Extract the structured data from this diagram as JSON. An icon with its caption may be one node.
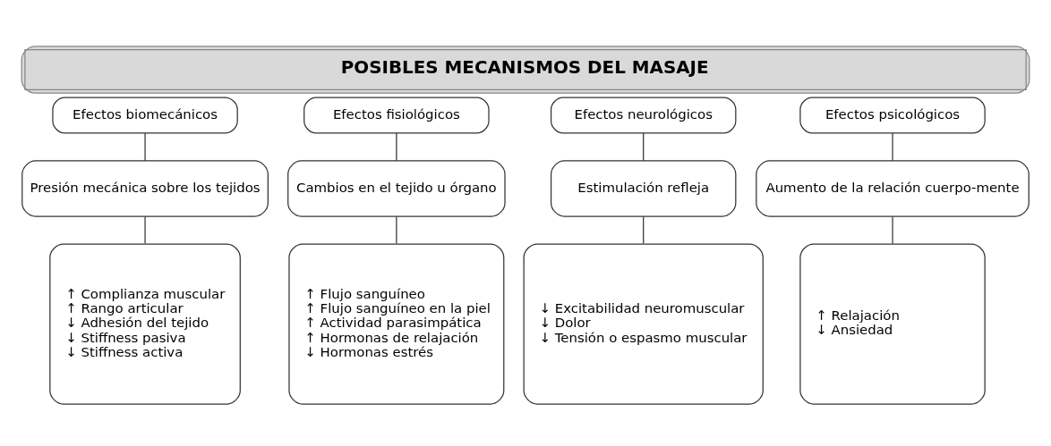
{
  "diagram": {
    "title": "POSIBLES MECANISMOS DEL MASAJE",
    "nodes": [
      {
        "text": [
          "Efectos biomecánicos"
        ]
      },
      {
        "text": [
          "Presión mecánica sobre los tejidos"
        ]
      },
      {
        "text": [
          "↑ Complianza muscular",
          "↑ Rango articular",
          "↓ Adhesión del tejido",
          "↓ Stiffness pasiva",
          "↓ Stiffness activa"
        ]
      },
      {
        "text": [
          "Efectos fisiológicos"
        ]
      },
      {
        "text": [
          "Cambios en el tejido u órgano"
        ]
      },
      {
        "text": [
          "↑ Flujo sanguíneo",
          "↑ Flujo sanguíneo en la piel",
          "↑ Actividad parasimpática",
          "↑ Hormonas de relajación",
          "↓ Hormonas estrés"
        ]
      },
      {
        "text": [
          "Efectos neurológicos"
        ]
      },
      {
        "text": [
          "Estimulación refleja"
        ]
      },
      {
        "text": [
          "↓ Excitabilidad neuromuscular",
          "↓ Dolor",
          "↓ Tensión o espasmo muscular"
        ]
      },
      {
        "text": [
          "Efectos psicológicos"
        ]
      },
      {
        "text": [
          "Aumento de la relación cuerpo-mente"
        ]
      },
      {
        "text": [
          "↑ Relajación",
          "↓ Ansiedad"
        ]
      }
    ],
    "edges": [
      {
        "from": 0,
        "to": 1,
        "arrow": "none"
      },
      {
        "from": 1,
        "to": 2,
        "arrow": "none"
      },
      {
        "from": 3,
        "to": 4,
        "arrow": "none"
      },
      {
        "from": 4,
        "to": 5,
        "arrow": "none"
      },
      {
        "from": 6,
        "to": 7,
        "arrow": "none"
      },
      {
        "from": 7,
        "to": 8,
        "arrow": "none"
      },
      {
        "from": 9,
        "to": 10,
        "arrow": "none"
      },
      {
        "from": 10,
        "to": 11,
        "arrow": "none"
      }
    ]
  }
}
